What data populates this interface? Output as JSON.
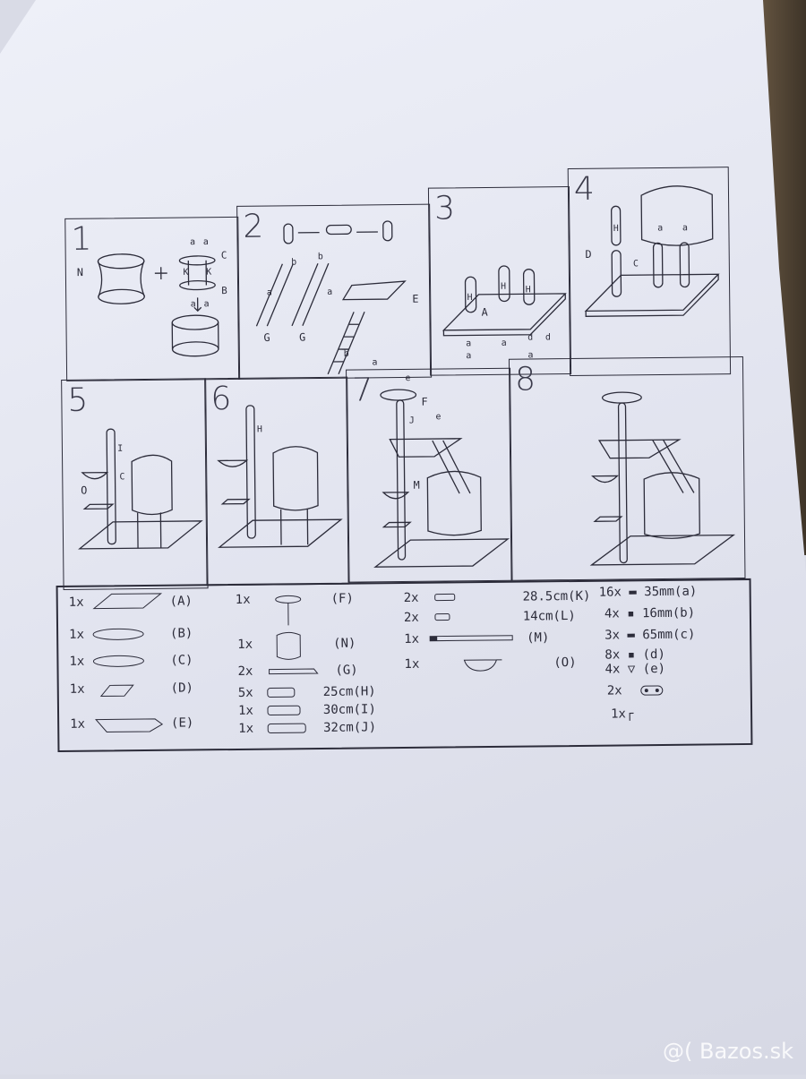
{
  "steps": [
    "1",
    "2",
    "3",
    "4",
    "5",
    "6",
    "7",
    "8"
  ],
  "step_labels": {
    "s1": [
      "N",
      "a",
      "a",
      "C",
      "K",
      "K",
      "B",
      "a",
      "a"
    ],
    "s2": [
      "b",
      "b",
      "a",
      "a",
      "G",
      "G",
      "E",
      "b",
      "a"
    ],
    "s3": [
      "H",
      "H",
      "H",
      "A",
      "a",
      "a",
      "d",
      "d",
      "a",
      "a"
    ],
    "s4": [
      "D",
      "H",
      "C",
      "a",
      "a"
    ],
    "s5": [
      "I",
      "C",
      "O"
    ],
    "s6": [
      "H"
    ],
    "s7": [
      "F",
      "e",
      "J",
      "e",
      "M"
    ]
  },
  "parts": {
    "col1": [
      {
        "qty": "1x",
        "id": "(A)"
      },
      {
        "qty": "1x",
        "id": "(B)"
      },
      {
        "qty": "1x",
        "id": "(C)"
      },
      {
        "qty": "1x",
        "id": "(D)"
      },
      {
        "qty": "1x",
        "id": "(E)"
      }
    ],
    "col2": [
      {
        "qty": "1x",
        "id": "(F)"
      },
      {
        "qty": "1x",
        "id": "(N)"
      },
      {
        "qty": "2x",
        "id": "(G)"
      },
      {
        "qty": "5x",
        "id": "25cm(H)"
      },
      {
        "qty": "1x",
        "id": "30cm(I)"
      },
      {
        "qty": "1x",
        "id": "32cm(J)"
      }
    ],
    "col3": [
      {
        "qty": "2x",
        "id": "28.5cm(K)"
      },
      {
        "qty": "2x",
        "id": "14cm(L)"
      },
      {
        "qty": "1x",
        "id": "(M)"
      },
      {
        "qty": "1x",
        "id": "(O)"
      }
    ],
    "col4": [
      {
        "qty": "16x",
        "id": "35mm(a)"
      },
      {
        "qty": "4x",
        "id": "16mm(b)"
      },
      {
        "qty": "3x",
        "id": "65mm(c)"
      },
      {
        "qty": "8x",
        "id": "(d)"
      },
      {
        "qty": "4x",
        "id": "(e)"
      },
      {
        "qty": "2x",
        "id": ""
      },
      {
        "qty": "1x",
        "id": ""
      }
    ]
  },
  "watermark": "@( Bazos.sk",
  "colors": {
    "ink": "#2c2c3a",
    "paper": "#e6e8f2"
  }
}
